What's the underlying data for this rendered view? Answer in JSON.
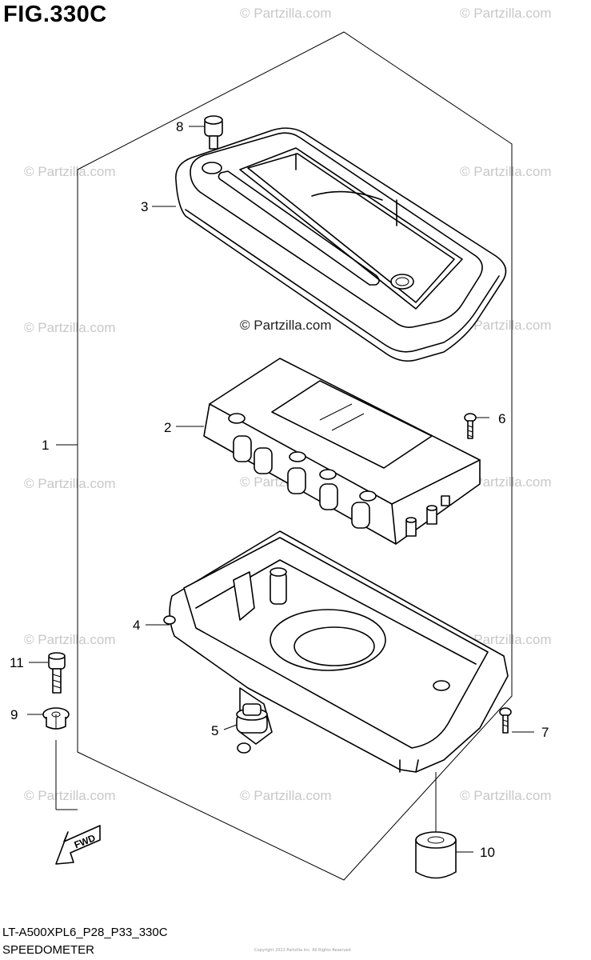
{
  "figure": {
    "title": "FIG.330C",
    "model_code": "LT-A500XPL6_P28_P33_330C",
    "name": "SPEEDOMETER",
    "fwd_label": "FWD",
    "watermark": "© Partzilla.com",
    "tiny_text": "Copyright 2021 Partzilla Inc. All Rights Reserved"
  },
  "callouts": [
    {
      "number": "1",
      "part": "speedometer-assembly"
    },
    {
      "number": "2",
      "part": "meter-unit"
    },
    {
      "number": "3",
      "part": "upper-case"
    },
    {
      "number": "4",
      "part": "lower-case"
    },
    {
      "number": "5",
      "part": "cushion"
    },
    {
      "number": "6",
      "part": "screw"
    },
    {
      "number": "7",
      "part": "screw"
    },
    {
      "number": "8",
      "part": "bolt"
    },
    {
      "number": "9",
      "part": "washer"
    },
    {
      "number": "10",
      "part": "cushion"
    },
    {
      "number": "11",
      "part": "bolt"
    }
  ],
  "colors": {
    "line": "#000000",
    "watermark": "#c8c8c8",
    "background": "#ffffff"
  }
}
